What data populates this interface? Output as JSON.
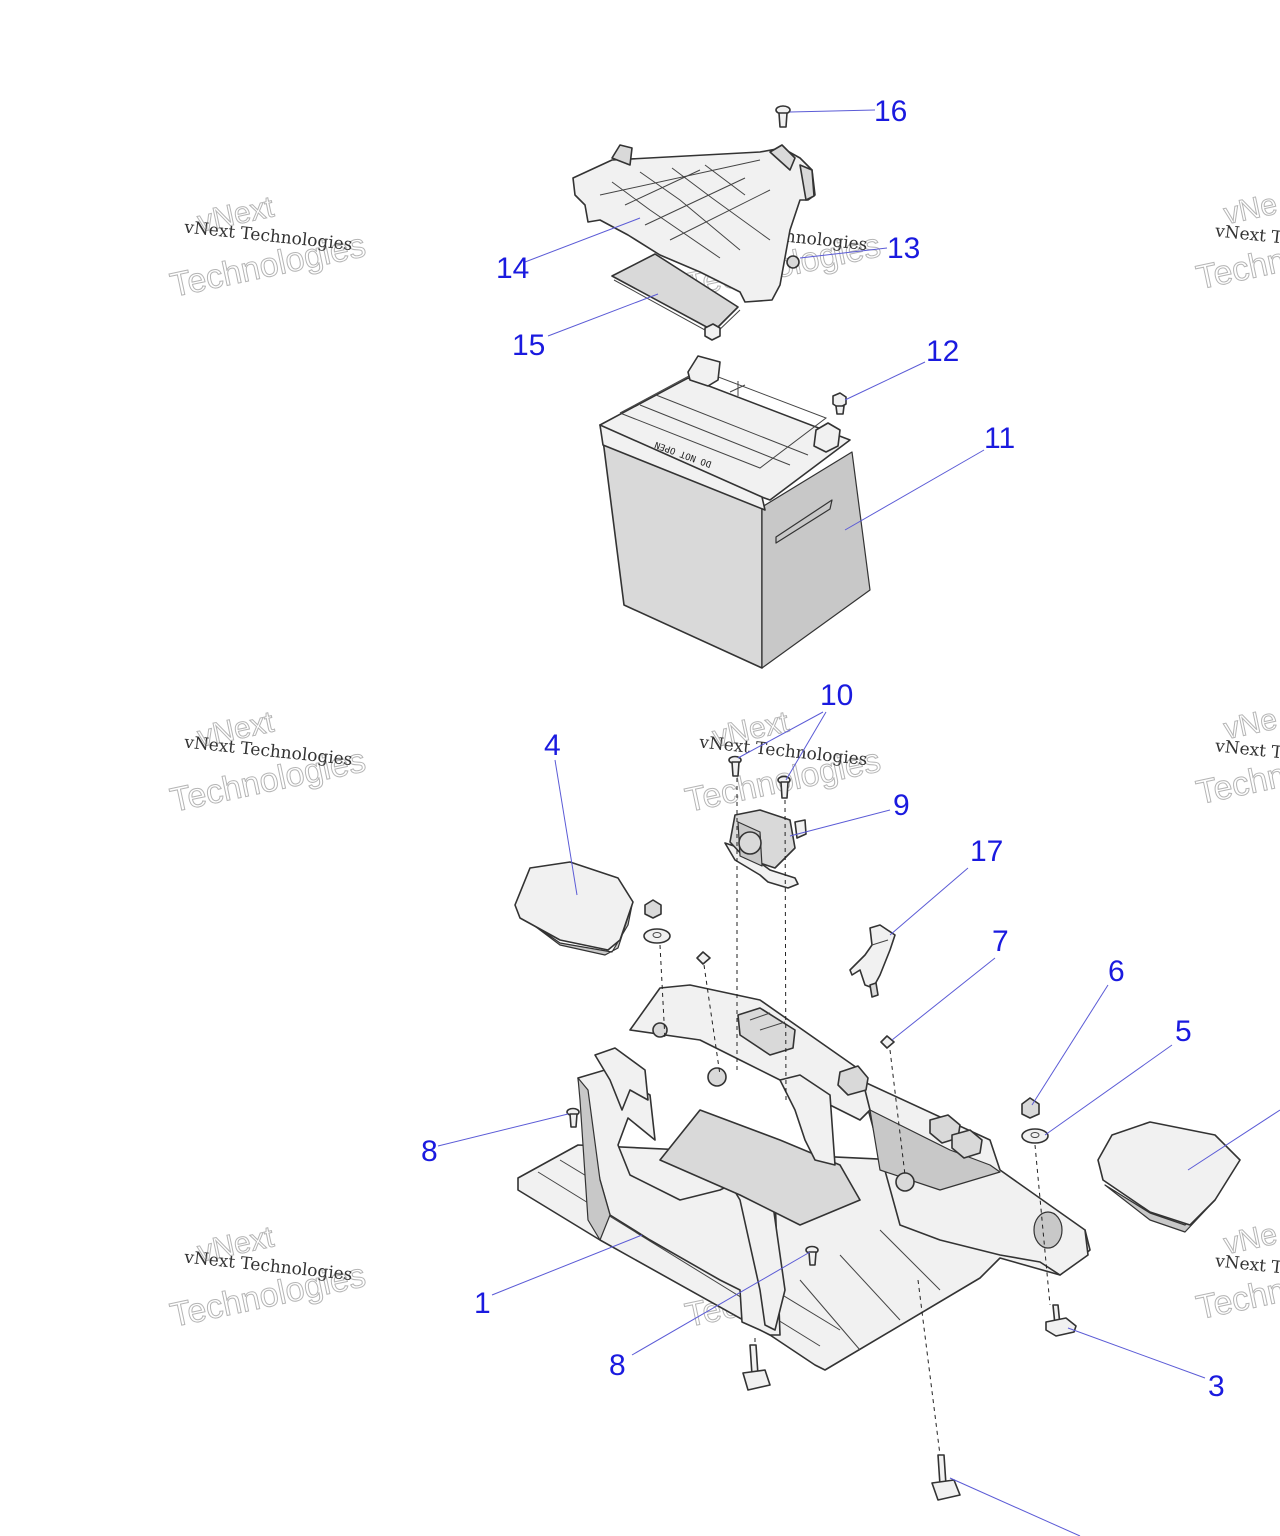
{
  "callouts": {
    "c1": "1",
    "c3": "3",
    "c4": "4",
    "c5": "5",
    "c6": "6",
    "c7": "7",
    "c8a": "8",
    "c8b": "8",
    "c9": "9",
    "c10": "10",
    "c11": "11",
    "c12": "12",
    "c13": "13",
    "c14": "14",
    "c15": "15",
    "c16": "16",
    "c17": "17"
  },
  "watermark": {
    "brand": "vNext",
    "company": "vNext Technologies",
    "word": "Technologies",
    "partial_small": "vNext Te",
    "partial_word": "Techn",
    "partial_brand": "vNe"
  },
  "battery_label": "DO NOT OPEN",
  "colors": {
    "callout": "#1a1adf",
    "leader": "#5b5bd6"
  }
}
